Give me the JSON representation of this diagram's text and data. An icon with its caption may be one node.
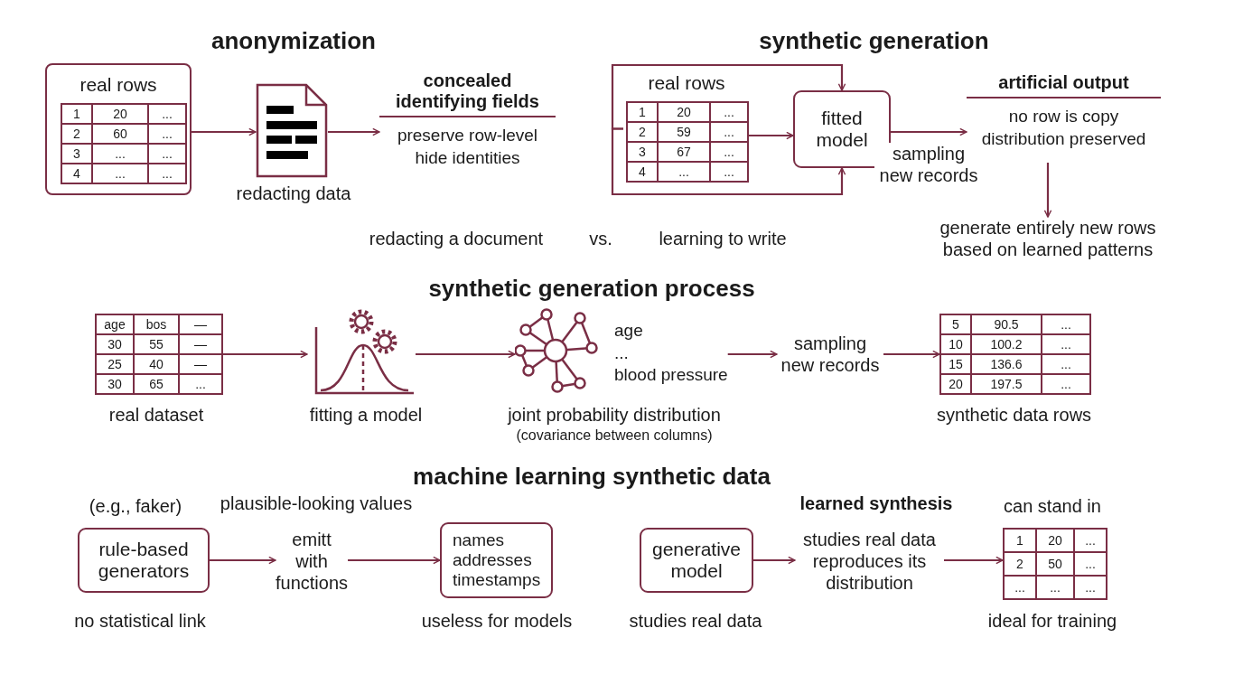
{
  "diagram": {
    "nodes": [
      {
        "text": [
          "real rows"
        ]
      },
      {
        "text": [
          "1",
          "20",
          "...",
          "2",
          "60",
          "...",
          "3",
          "...",
          "...",
          "4",
          "...",
          "..."
        ],
        "in": 0
      },
      {
        "text": [],
        "shape": "document",
        "beside": [
          "redacting data"
        ]
      },
      {
        "text": [
          "concealed identifying fields",
          "preserve row-level hide identities"
        ]
      },
      {
        "text": [
          "real rows"
        ]
      },
      {
        "text": [
          "1",
          "20",
          "...",
          "2",
          "59",
          "...",
          "3",
          "67",
          "...",
          "4",
          "...",
          "..."
        ],
        "in": 4
      },
      {
        "text": [
          "fitted model"
        ]
      },
      {
        "text": [
          "artificial output",
          "no row is copy",
          "distribution preserved"
        ]
      },
      {
        "text": [
          "generate entirely new rows based on learned patterns"
        ]
      },
      {
        "text": [
          "age",
          "bos",
          "—",
          "30",
          "55",
          "—",
          "25",
          "40",
          "—",
          "30",
          "65",
          "..."
        ],
        "beside": [
          "real dataset"
        ]
      },
      {
        "text": [],
        "shape": "picture",
        "beside": [
          "fitting a model"
        ]
      },
      {
        "text": [
          "age",
          "...",
          "blood pressure"
        ],
        "beside": [
          "joint probability distribution",
          "(covariance between columns)"
        ]
      },
      {
        "text": [
          "sampling new records"
        ]
      },
      {
        "text": [
          "5",
          "90.5",
          "...",
          "10",
          "100.2",
          "...",
          "15",
          "136.6",
          "...",
          "20",
          "197.5",
          "..."
        ],
        "beside": [
          "synthetic data rows"
        ]
      },
      {
        "text": [
          "rule-based generators"
        ],
        "beside": [
          "(e.g., faker)",
          "no statistical link"
        ]
      },
      {
        "text": [
          "emitt with functions"
        ]
      },
      {
        "text": [
          "names addresses timestamps"
        ],
        "beside": [
          "useless for models"
        ]
      },
      {
        "text": [
          "generative model"
        ],
        "beside": [
          "studies real data"
        ]
      },
      {
        "text": [
          "studies real data reproduces its distribution"
        ]
      },
      {
        "text": [
          "1",
          "20",
          "...",
          "2",
          "50",
          "...",
          "...",
          "...",
          "..."
        ],
        "beside": [
          "can stand in",
          "ideal for training"
        ]
      }
    ],
    "edges": [
      {
        "from": 0,
        "to": 2,
        "arrow": "to"
      },
      {
        "from": 2,
        "to": 3,
        "arrow": "to"
      },
      {
        "from": 5,
        "to": 6,
        "arrow": "to"
      },
      {
        "from": 4,
        "to": 6,
        "arrow": "to"
      },
      {
        "from": 4,
        "to": 6,
        "arrow": "to"
      },
      {
        "from": 6,
        "to": 7,
        "label": "sampling new records",
        "arrow": "to"
      },
      {
        "from": 7,
        "to": 8,
        "arrow": "to"
      },
      {
        "from": 9,
        "to": 10,
        "arrow": "to"
      },
      {
        "from": 10,
        "to": 11,
        "arrow": "to"
      },
      {
        "from": 11,
        "to": 12,
        "arrow": "to"
      },
      {
        "from": 12,
        "to": 13,
        "arrow": "to"
      },
      {
        "from": 14,
        "to": 15,
        "arrow": "to"
      },
      {
        "from": 15,
        "to": 16,
        "arrow": "to"
      },
      {
        "from": 17,
        "to": 18,
        "arrow": "to"
      },
      {
        "from": 18,
        "to": 19,
        "arrow": "to"
      }
    ],
    "labels": [
      "anonymization",
      "synthetic generation",
      "redacting a document",
      "vs.",
      "learning to write",
      "synthetic generation process",
      "machine learning synthetic data",
      "plausible-looking values",
      "learned synthesis"
    ]
  }
}
